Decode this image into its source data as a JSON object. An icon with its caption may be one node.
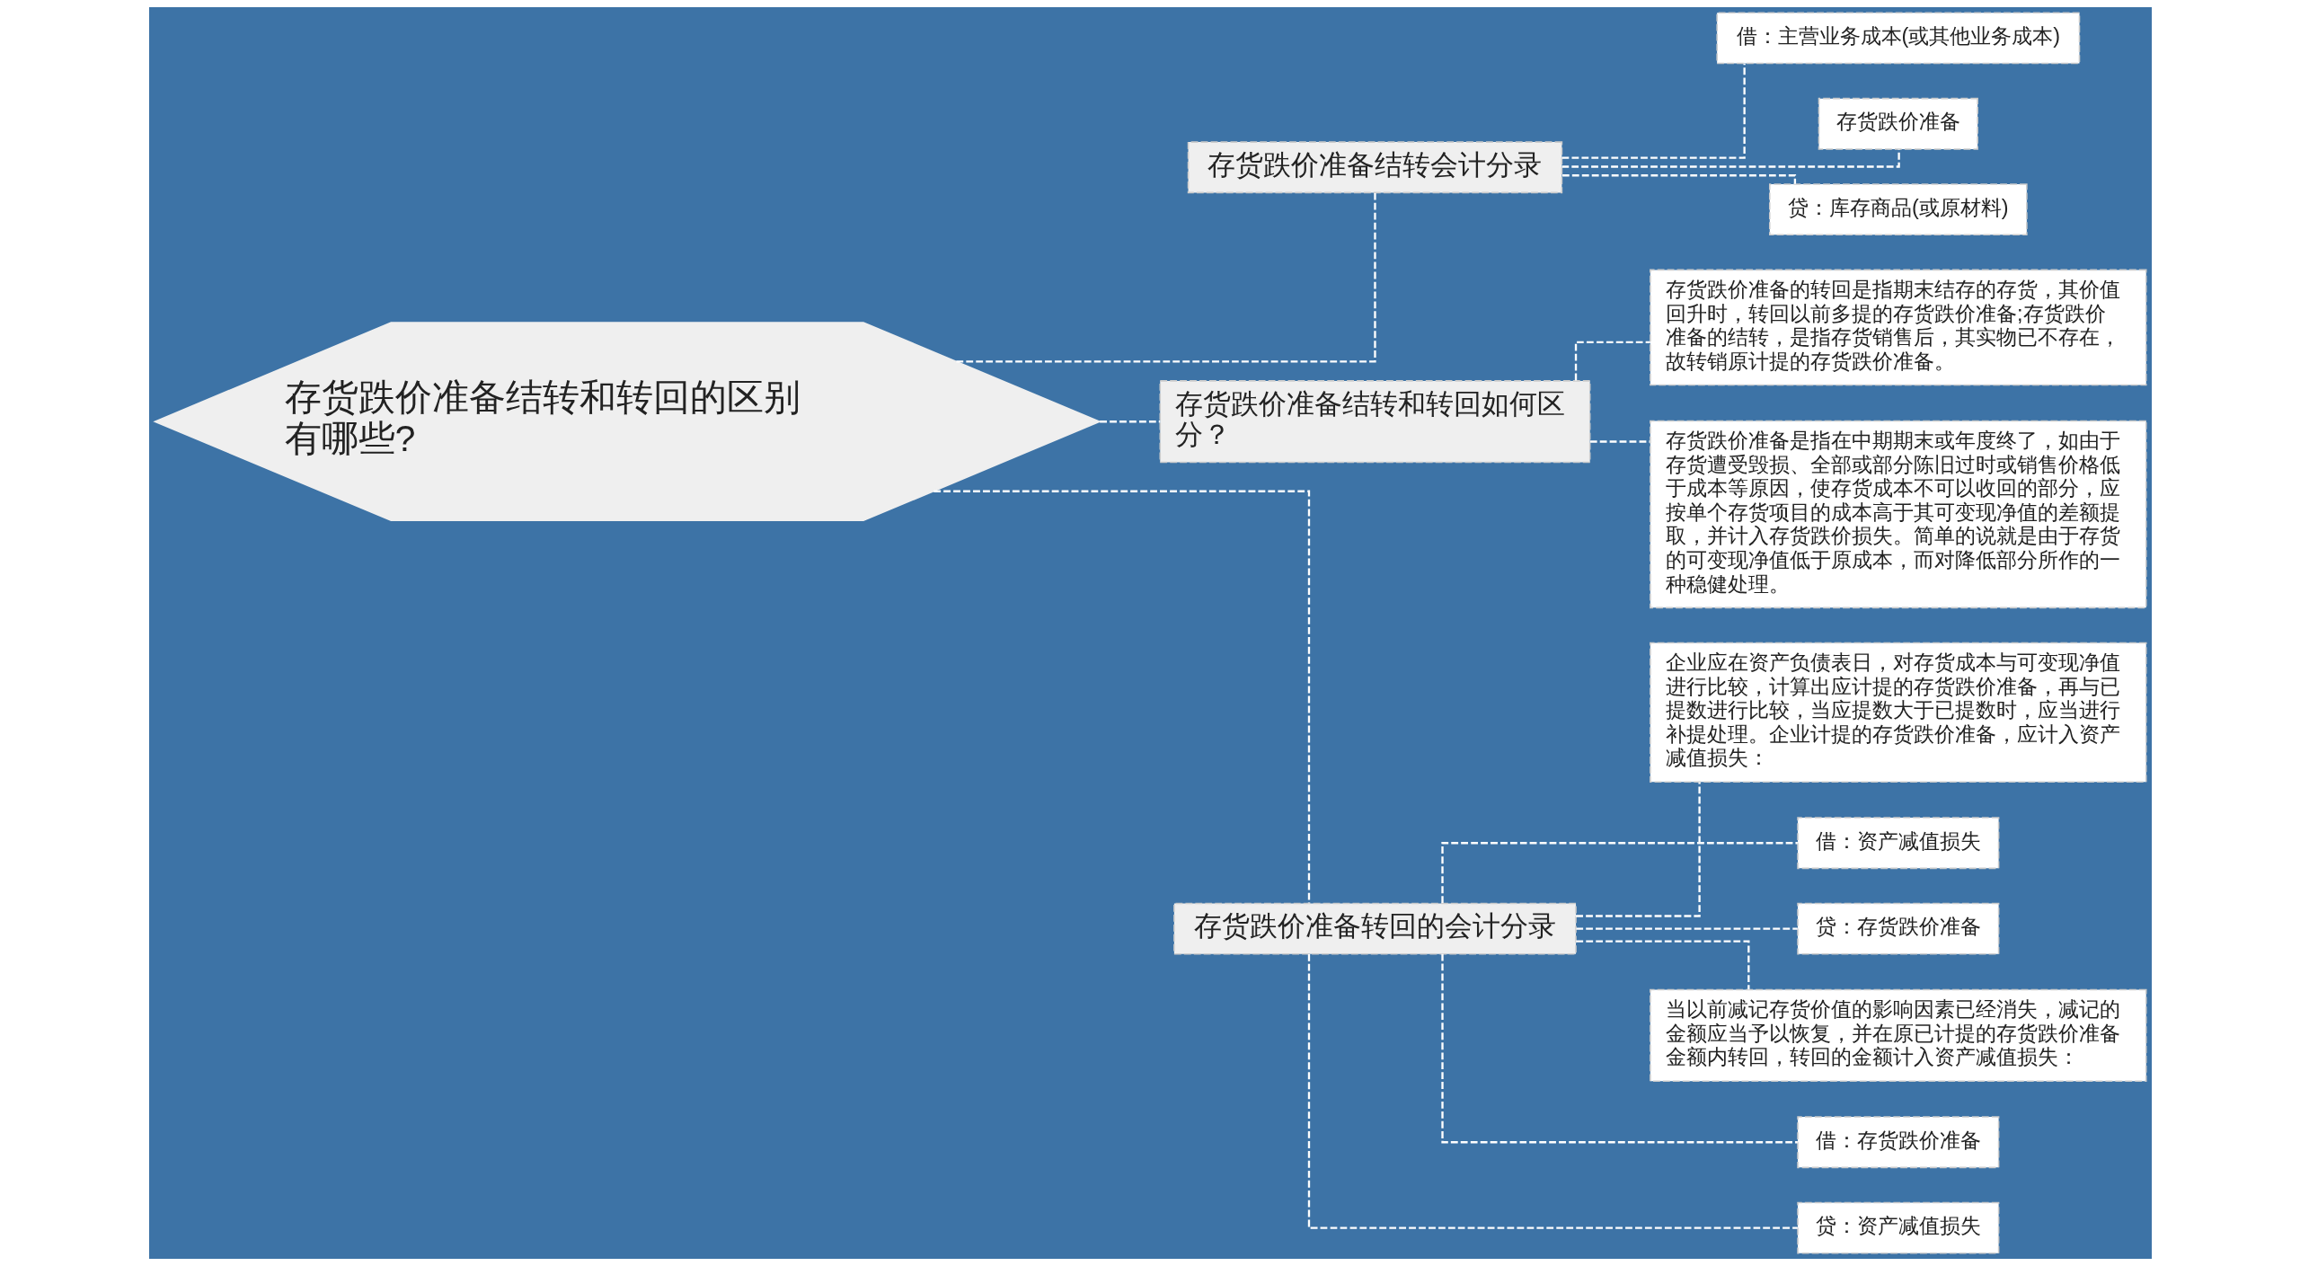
{
  "diagram": {
    "nodes": [
      {
        "text": [
          "存货跌价准备结转和转回的区别有哪些?"
        ]
      },
      {
        "text": [
          "存货跌价准备结转会计分录"
        ]
      },
      {
        "text": [
          "借：主营业务成本(或其他业务成本)"
        ]
      },
      {
        "text": [
          "存货跌价准备"
        ]
      },
      {
        "text": [
          "贷：库存商品(或原材料)"
        ]
      },
      {
        "text": [
          "存货跌价准备结转和转回如何区分？"
        ]
      },
      {
        "text": [
          "存货跌价准备的转回是指期末结存的存货，其价值回升时，转回以前多提的存货跌价准备;存货跌价准备的结转，是指存货销售后，其实物已不存在，故转销原计提的存货跌价准备。"
        ]
      },
      {
        "text": [
          "存货跌价准备是指在中期期末或年度终了，如由于存货遭受毁损、全部或部分陈旧过时或销售价格低于成本等原因，使存货成本不可以收回的部分，应按单个存货项目的成本高于其可变现净值的差额提取，并计入存货跌价损失。简单的说就是由于存货的可变现净值低于原成本，而对降低部分所作的一种稳健处理。"
        ]
      },
      {
        "text": [
          "存货跌价准备转回的会计分录"
        ]
      },
      {
        "text": [
          "企业应在资产负债表日，对存货成本与可变现净值进行比较，计算出应计提的存货跌价准备，再与已提数进行比较，当应提数大于已提数时，应当进行补提处理。企业计提的存货跌价准备，应计入资产减值损失："
        ]
      },
      {
        "text": [
          "借：资产减值损失"
        ]
      },
      {
        "text": [
          "贷：存货跌价准备"
        ]
      },
      {
        "text": [
          "当以前减记存货价值的影响因素已经消失，减记的金额应当予以恢复，并在原已计提的存货跌价准备金额内转回，转回的金额计入资产减值损失："
        ]
      },
      {
        "text": [
          "借：存货跌价准备"
        ]
      },
      {
        "text": [
          "贷：资产减值损失"
        ]
      }
    ],
    "edges": [
      {
        "from": 0,
        "to": 1,
        "arrow": "none",
        "style": "dashed"
      },
      {
        "from": 1,
        "to": 2,
        "arrow": "none",
        "style": "dashed"
      },
      {
        "from": 1,
        "to": 3,
        "arrow": "none",
        "style": "dashed"
      },
      {
        "from": 1,
        "to": 4,
        "arrow": "none",
        "style": "dashed"
      },
      {
        "from": 0,
        "to": 5,
        "arrow": "none",
        "style": "dashed"
      },
      {
        "from": 5,
        "to": 6,
        "arrow": "none",
        "style": "dashed"
      },
      {
        "from": 5,
        "to": 7,
        "arrow": "none",
        "style": "dashed"
      },
      {
        "from": 0,
        "to": 8,
        "arrow": "none",
        "style": "dashed"
      },
      {
        "from": 8,
        "to": 9,
        "arrow": "none",
        "style": "dashed"
      },
      {
        "from": 8,
        "to": 10,
        "arrow": "none",
        "style": "dashed"
      },
      {
        "from": 8,
        "to": 11,
        "arrow": "none",
        "style": "dashed"
      },
      {
        "from": 8,
        "to": 12,
        "arrow": "none",
        "style": "dashed"
      },
      {
        "from": 8,
        "to": 13,
        "arrow": "none",
        "style": "dashed"
      },
      {
        "from": 8,
        "to": 14,
        "arrow": "none",
        "style": "dashed"
      }
    ]
  }
}
